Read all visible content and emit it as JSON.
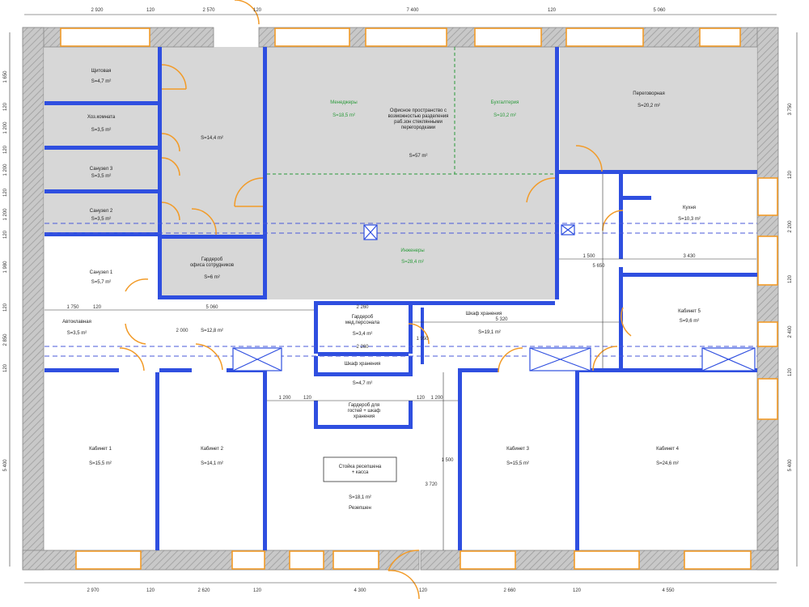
{
  "colors": {
    "wall_outer": "#bdbdbd",
    "partition": "#2f4fe0",
    "window": "#f29b28",
    "floor_grey": "#d7d7d7",
    "green_text": "#2a9a3a"
  },
  "rooms": [
    {
      "id": "shchitovaya",
      "name": "Щитовая",
      "area": "S=4,7 m²"
    },
    {
      "id": "hoz",
      "name": "Хоз.комната",
      "area": "S=3,5 m²"
    },
    {
      "id": "sanuzel3",
      "name": "Санузел 3",
      "area": "S=3,5 m²"
    },
    {
      "id": "sanuzel2",
      "name": "Санузел 2",
      "area": "S=3,5 m²"
    },
    {
      "id": "sanuzel1",
      "name": "Санузел 1",
      "area": "S=5,7 m²"
    },
    {
      "id": "corridor1",
      "name": "",
      "area": "S=14,4 m²"
    },
    {
      "id": "garderob1",
      "name": "Гардероб\nофиса сотрудников",
      "area": "S=6 m²"
    },
    {
      "id": "office",
      "name": "Офисное пространство с\nвозможностью разделения\nраб.зон стеклянными\nперегородками",
      "area": "S=57 m²"
    },
    {
      "id": "managers",
      "name": "Менеджеры",
      "area": "S=18,5 m²"
    },
    {
      "id": "buh",
      "name": "Бухгалтерия",
      "area": "S=10,2 m²"
    },
    {
      "id": "engineers",
      "name": "Инженеры",
      "area": "S=28,4 m²"
    },
    {
      "id": "peregovornaya",
      "name": "Переговорная",
      "area": "S=20,2 m²"
    },
    {
      "id": "kuhnya",
      "name": "Кухня",
      "area": "S=10,3 m²"
    },
    {
      "id": "kab5",
      "name": "Кабинет 5",
      "area": "S=9,6 m²"
    },
    {
      "id": "autoclave",
      "name": "Автоклавная",
      "area": "S=3,5 m²"
    },
    {
      "id": "corridor2",
      "name": "",
      "area": "S=12,8 m²"
    },
    {
      "id": "garderob2",
      "name": "Гардероб\nмед.персонала",
      "area": "S=3,4 m²"
    },
    {
      "id": "corridor3",
      "name": "",
      "area": "S=19,1 m²"
    },
    {
      "id": "shkaf_small",
      "name": "Шкаф хранения",
      "area": "S=4,7 m²"
    },
    {
      "id": "garderob3",
      "name": "Гардероб для\nгостей + шкаф\nхранения",
      "area": ""
    },
    {
      "id": "kab1",
      "name": "Кабинет 1",
      "area": "S=15,5 m²"
    },
    {
      "id": "kab2",
      "name": "Кабинет 2",
      "area": "S=14,1 m²"
    },
    {
      "id": "reception",
      "name": "Резепшен",
      "area": "S=18,1 m²"
    },
    {
      "id": "stoyka",
      "name": "Стойка ресепшена\n+ касса",
      "area": ""
    },
    {
      "id": "kab3",
      "name": "Кабинет 3",
      "area": "S=15,5 m²"
    },
    {
      "id": "kab4",
      "name": "Кабинет 4",
      "area": "S=24,6 m²"
    },
    {
      "id": "shkaf_corr",
      "name": "Шкаф хранения",
      "area": ""
    }
  ],
  "dims_top": [
    "2 920",
    "120",
    "2 570",
    "120",
    "7 400",
    "120",
    "5 060"
  ],
  "dims_bottom": [
    "2 970",
    "120",
    "2 620",
    "120",
    "4 300",
    "120",
    "2 660",
    "120",
    "4 550"
  ],
  "dims_left": [
    "1 650",
    "120",
    "1 200",
    "120",
    "1 200",
    "120",
    "1 200",
    "120",
    "1 980",
    "120",
    "2 850",
    "120",
    "5 400"
  ],
  "dims_right": [
    "3 750",
    "120",
    "2 200",
    "120",
    "2 400",
    "120",
    "5 400"
  ],
  "dims_inner": [
    "1 750",
    "5 060",
    "2 260",
    "2 260",
    "5 320",
    "1 200",
    "1 200",
    "1 500",
    "3 430",
    "5 650",
    "2 000",
    "1 950",
    "3 720",
    "1 500",
    "120",
    "120",
    "120"
  ]
}
